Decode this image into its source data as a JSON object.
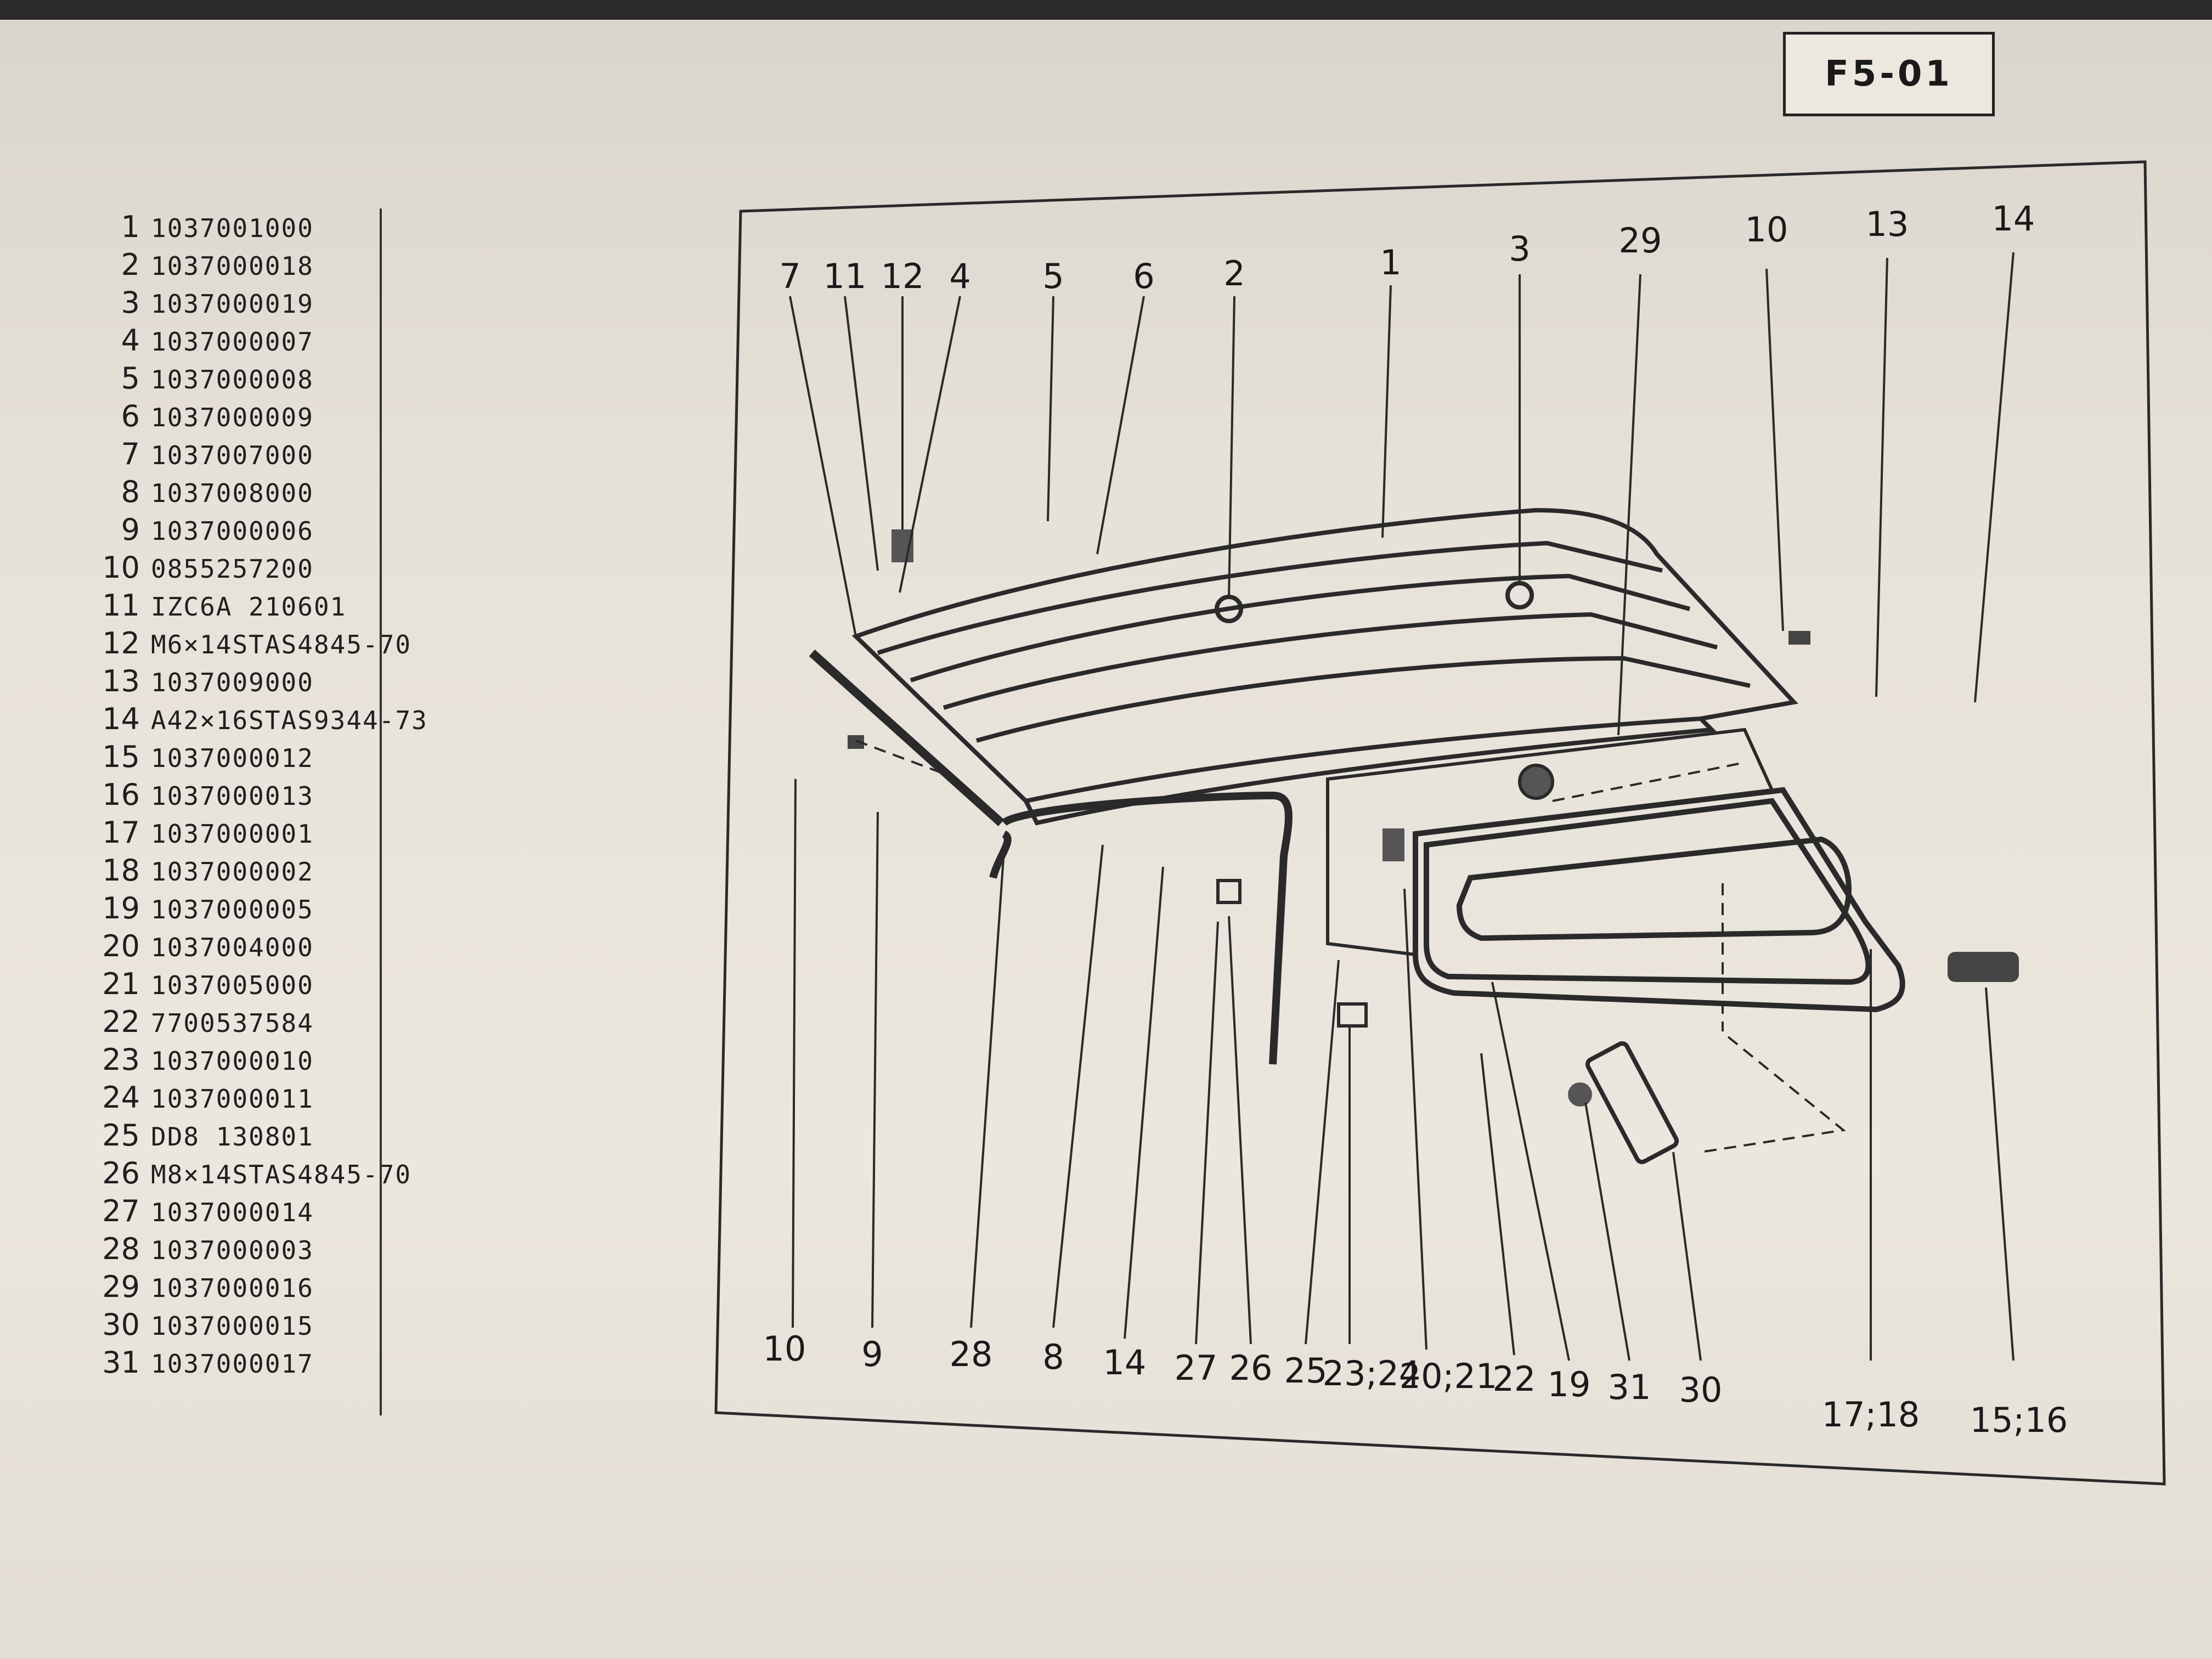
{
  "page_code": "F5-01",
  "parts": [
    {
      "num": "1",
      "code": "1037001000"
    },
    {
      "num": "2",
      "code": "1037000018"
    },
    {
      "num": "3",
      "code": "1037000019"
    },
    {
      "num": "4",
      "code": "1037000007"
    },
    {
      "num": "5",
      "code": "1037000008"
    },
    {
      "num": "6",
      "code": "1037000009"
    },
    {
      "num": "7",
      "code": "1037007000"
    },
    {
      "num": "8",
      "code": "1037008000"
    },
    {
      "num": "9",
      "code": "1037000006"
    },
    {
      "num": "10",
      "code": "0855257200"
    },
    {
      "num": "11",
      "code": "IZC6A 210601"
    },
    {
      "num": "12",
      "code": "M6×14STAS4845-70"
    },
    {
      "num": "13",
      "code": "1037009000"
    },
    {
      "num": "14",
      "code": "A42×16STAS9344-73"
    },
    {
      "num": "15",
      "code": "1037000012"
    },
    {
      "num": "16",
      "code": "1037000013"
    },
    {
      "num": "17",
      "code": "1037000001"
    },
    {
      "num": "18",
      "code": "1037000002"
    },
    {
      "num": "19",
      "code": "1037000005"
    },
    {
      "num": "20",
      "code": "1037004000"
    },
    {
      "num": "21",
      "code": "1037005000"
    },
    {
      "num": "22",
      "code": "7700537584"
    },
    {
      "num": "23",
      "code": "1037000010"
    },
    {
      "num": "24",
      "code": "1037000011"
    },
    {
      "num": "25",
      "code": "DD8 130801"
    },
    {
      "num": "26",
      "code": "M8×14STAS4845-70"
    },
    {
      "num": "27",
      "code": "1037000014"
    },
    {
      "num": "28",
      "code": "1037000003"
    },
    {
      "num": "29",
      "code": "1037000016"
    },
    {
      "num": "30",
      "code": "1037000015"
    },
    {
      "num": "31",
      "code": "1037000017"
    }
  ],
  "callouts_top": [
    "7",
    "11",
    "12",
    "4",
    "5",
    "6",
    "2",
    "1",
    "3",
    "29",
    "10",
    "13",
    "14"
  ],
  "callouts_bottom": [
    "10",
    "9",
    "28",
    "8",
    "14",
    "27",
    "26",
    "25",
    "23;24",
    "20;21",
    "22",
    "19",
    "31",
    "30",
    "17;18",
    "15;16"
  ]
}
